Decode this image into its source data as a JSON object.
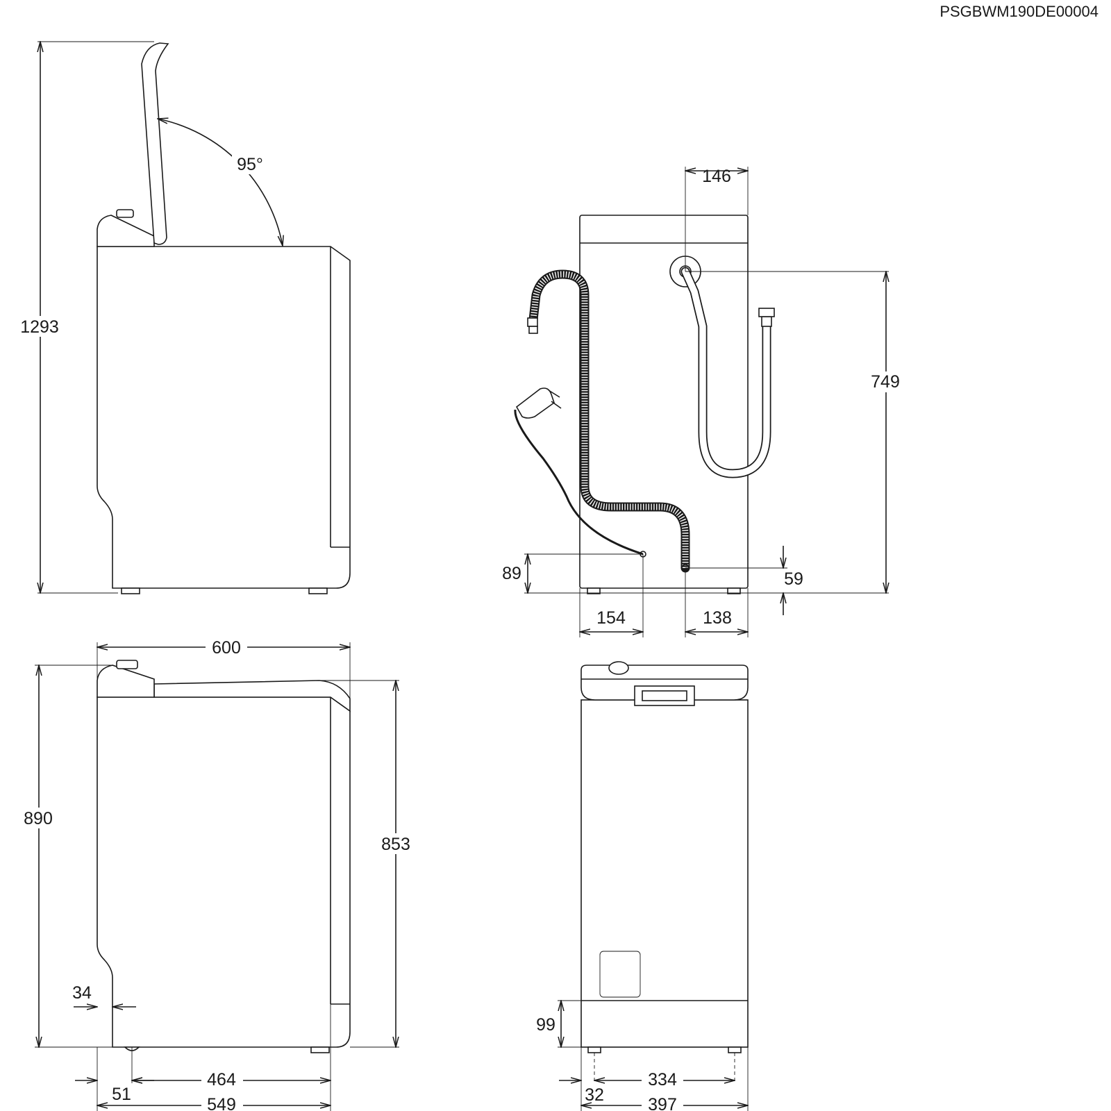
{
  "document_code": "PSGBWM190DE00004",
  "side_view_lid_open": {
    "total_height": "1293",
    "lid_angle": "95°"
  },
  "rear_view": {
    "hose_offset_top": "146",
    "inlet_height": "749",
    "cable_height": "89",
    "drain_height": "59",
    "cable_offset_left": "154",
    "drain_offset_right": "138"
  },
  "side_view_closed": {
    "width": "600",
    "height_with_panel": "890",
    "height_body": "853",
    "recess": "34",
    "front_foot_offset": "51",
    "foot_distance": "464",
    "depth": "549"
  },
  "front_view": {
    "plinth_height": "99",
    "foot_offset": "32",
    "foot_distance": "334",
    "width": "397"
  }
}
